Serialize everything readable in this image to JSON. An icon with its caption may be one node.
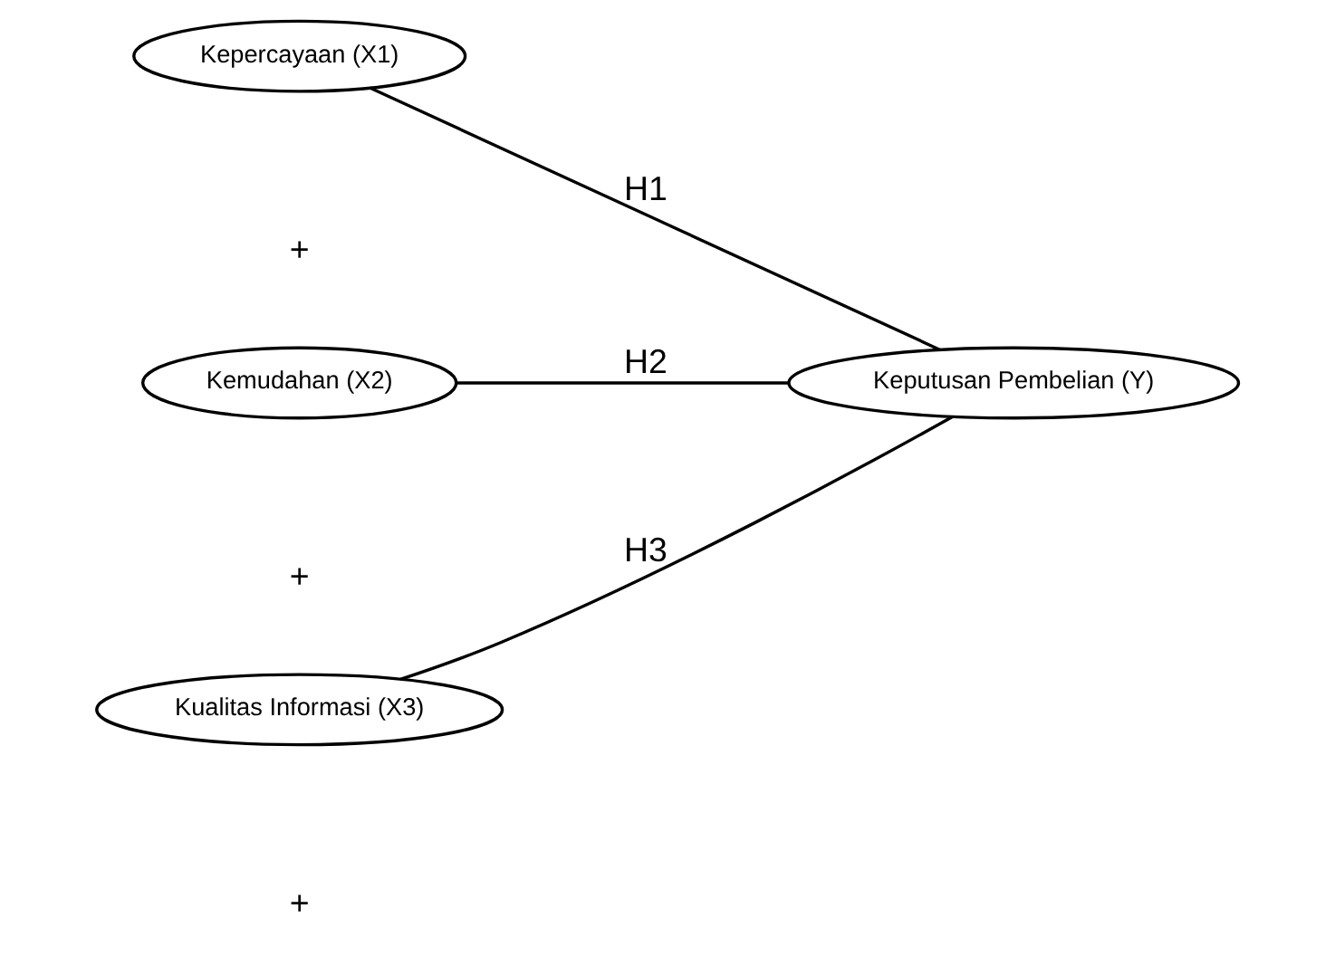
{
  "diagram": {
    "nodes": [
      {
        "text": [
          "Kepercayaan (X1)"
        ]
      },
      {
        "text": [
          "Kemudahan (X2)"
        ]
      },
      {
        "text": [
          "Kualitas Informasi (X3)"
        ]
      },
      {
        "text": [
          "Keputusan Pembelian (Y)"
        ]
      }
    ],
    "edges": [
      {
        "from": 0,
        "to": 3,
        "arrow": "none",
        "label": "H1"
      },
      {
        "from": 1,
        "to": 3,
        "arrow": "none",
        "label": "H2"
      },
      {
        "from": 2,
        "to": 3,
        "arrow": "none",
        "label": "H3"
      }
    ],
    "labels": [
      "+",
      "+",
      "+"
    ]
  }
}
